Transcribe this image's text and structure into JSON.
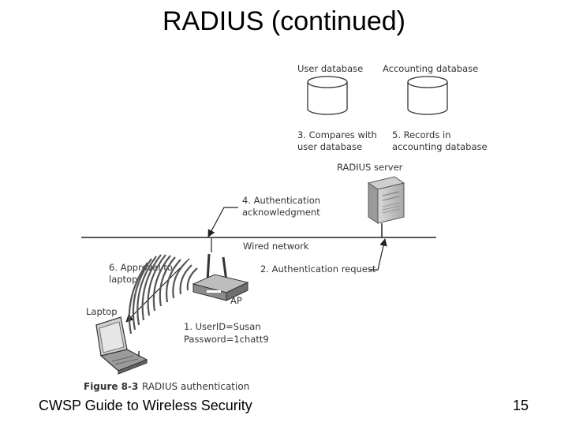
{
  "slide": {
    "title": "RADIUS (continued)",
    "footer_left": "CWSP Guide to Wireless Security",
    "page_number": "15"
  },
  "diagram": {
    "user_db_label": "User database",
    "accounting_db_label": "Accounting database",
    "step3_line1": "3. Compares with",
    "step3_line2": "user database",
    "step5_line1": "5. Records in",
    "step5_line2": "accounting database",
    "radius_server_label": "RADIUS server",
    "step4_line1": "4. Authentication",
    "step4_line2": "acknowledgment",
    "wired_network_label": "Wired network",
    "step6_line1": "6. Approval to",
    "step6_line2": "laptop",
    "step2_label": "2. Authentication request",
    "ap_label": "AP",
    "laptop_label": "Laptop",
    "step1_line1": "1. UserID=Susan",
    "step1_line2": "Password=1chatt9",
    "figure_number": "Figure 8-3",
    "figure_caption": "RADIUS authentication"
  }
}
